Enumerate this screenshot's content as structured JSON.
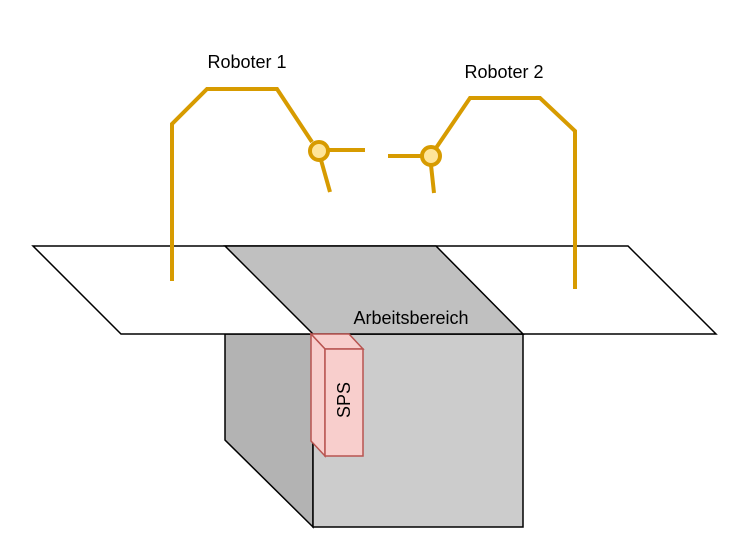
{
  "labels": {
    "robot1": "Roboter 1",
    "robot2": "Roboter 2",
    "workspace": "Arbeitsbereich",
    "plc": "SPS"
  },
  "colors": {
    "robot": "#d79b00",
    "joint_fill": "#ffe599",
    "box_front": "#cccccc",
    "box_side": "#b3b3b3",
    "workspace_fill": "#c0c0c0",
    "plc_fill": "#f8cecc",
    "plc_stroke": "#b85450",
    "outline": "#000000",
    "background": "#ffffff"
  }
}
